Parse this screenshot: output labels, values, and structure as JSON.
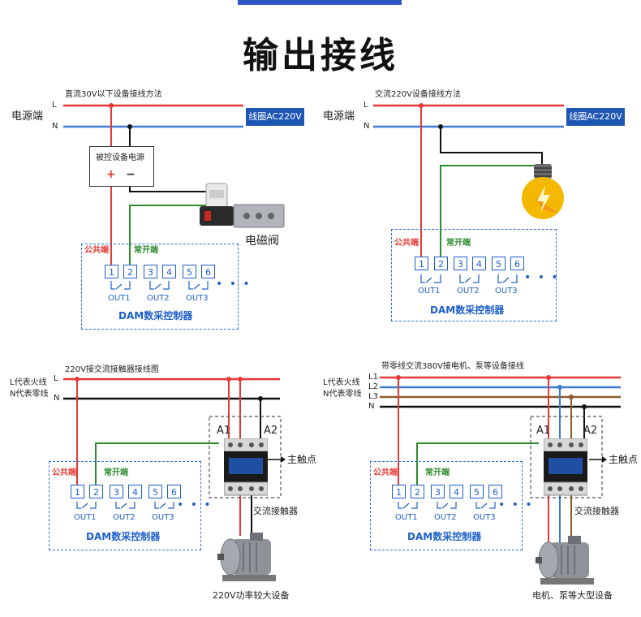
{
  "title": "输出接线",
  "panels": {
    "dc30": {
      "heading": "直流30V以下设备接线方法",
      "power_label": "电源端",
      "line_L": "L",
      "line_N": "N",
      "coil": "线圈AC220V",
      "psu_label": "被控设备电源",
      "psu_plus": "+",
      "psu_minus": "−",
      "device": "电磁阀",
      "common": "公共端",
      "no": "常开端",
      "terminals": [
        "1",
        "2",
        "3",
        "4",
        "5",
        "6"
      ],
      "outs": [
        "OUT1",
        "OUT2",
        "OUT3"
      ],
      "more": "• • •",
      "dam": "DAM数采控制器"
    },
    "ac220": {
      "heading": "交流220V设备接线方法",
      "power_label": "电源端",
      "line_L": "L",
      "line_N": "N",
      "coil": "线圈AC220V",
      "common": "公共端",
      "no": "常开端",
      "terminals": [
        "1",
        "2",
        "3",
        "4",
        "5",
        "6"
      ],
      "outs": [
        "OUT1",
        "OUT2",
        "OUT3"
      ],
      "more": "• • •",
      "dam": "DAM数采控制器"
    },
    "contactor220": {
      "heading": "220V接交流接触器接线图",
      "l_desc": "L代表火线",
      "n_desc": "N代表零线",
      "line_L": "L",
      "line_N": "N",
      "a1": "A1",
      "a2": "A2",
      "main_contact": "主触点",
      "contactor": "交流接触器",
      "common": "公共端",
      "no": "常开端",
      "terminals": [
        "1",
        "2",
        "3",
        "4",
        "5",
        "6"
      ],
      "outs": [
        "OUT1",
        "OUT2",
        "OUT3"
      ],
      "more": "• • •",
      "dam": "DAM数采控制器",
      "device": "220V功率较大设备"
    },
    "contactor380": {
      "heading": "带零线交流380V接电机、泵等设备接线",
      "l_desc": "L代表火线",
      "n_desc": "N代表零线",
      "lines": [
        "L1",
        "L2",
        "L3",
        "N"
      ],
      "a1": "A1",
      "a2": "A2",
      "main_contact": "主触点",
      "contactor": "交流接触器",
      "common": "公共端",
      "no": "常开端",
      "terminals": [
        "1",
        "2",
        "3",
        "4",
        "5",
        "6"
      ],
      "outs": [
        "OUT1",
        "OUT2",
        "OUT3"
      ],
      "more": "• • •",
      "dam": "DAM数采控制器",
      "device": "电机、泵等大型设备"
    }
  },
  "colors": {
    "live": "#e53935",
    "neutral": "#3a7bd5",
    "black": "#111111",
    "green": "#2e8b2e",
    "brown": "#8b5a2b",
    "dam_blue": "#1e5fc8",
    "coil_blue": "#1e56b4"
  }
}
